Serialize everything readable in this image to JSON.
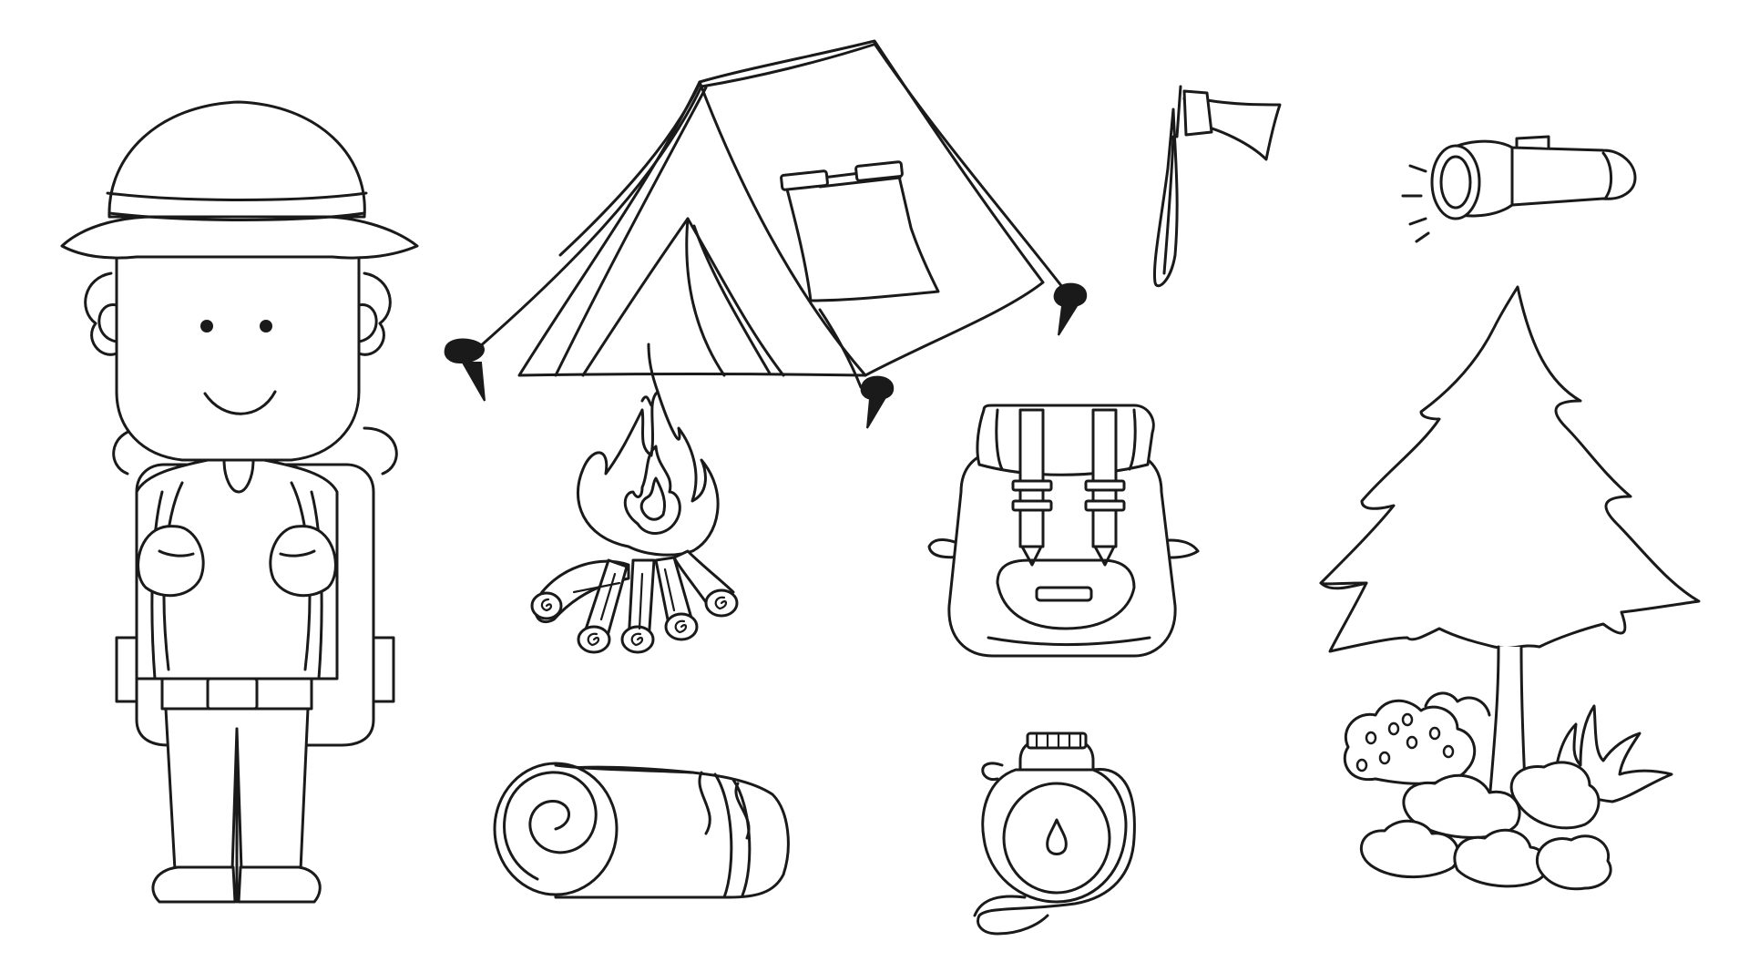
{
  "scene": {
    "background": "#ffffff",
    "ink_color": "#1a1a1a",
    "items": [
      {
        "name": "hiker",
        "icon": "hiker-icon"
      },
      {
        "name": "tent",
        "icon": "tent-icon"
      },
      {
        "name": "axe",
        "icon": "axe-icon"
      },
      {
        "name": "flashlight",
        "icon": "flashlight-icon"
      },
      {
        "name": "campfire",
        "icon": "campfire-icon"
      },
      {
        "name": "backpack",
        "icon": "backpack-icon"
      },
      {
        "name": "pine-tree",
        "icon": "pine-tree-icon"
      },
      {
        "name": "sleeping-bag",
        "icon": "sleeping-bag-icon"
      },
      {
        "name": "canteen",
        "icon": "canteen-icon"
      }
    ]
  }
}
